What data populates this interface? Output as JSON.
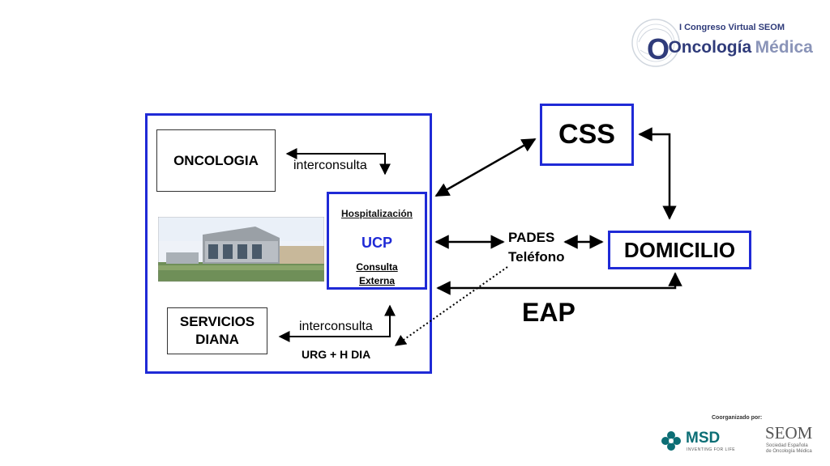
{
  "header": {
    "congress_title": "I Congreso Virtual SEOM",
    "brand_word1": "Oncología",
    "brand_word2": "Médica"
  },
  "diagram": {
    "oncologia": "ONCOLOGIA",
    "interconsulta_top": "interconsulta",
    "hospitalizacion": "Hospitalización",
    "ucp": "UCP",
    "consulta_line1": "Consulta",
    "consulta_line2": "Externa",
    "servicios_line1": "SERVICIOS",
    "servicios_line2": "DIANA",
    "interconsulta_bottom": "interconsulta",
    "urg": "URG + H DIA",
    "css": "CSS",
    "pades": "PADES",
    "telefono": "Teléfono",
    "domicilio": "DOMICILIO",
    "eap": "EAP"
  },
  "footer": {
    "coorganizado": "Coorganizado por:",
    "msd": "MSD",
    "msd_tagline": "INVENTING FOR LIFE",
    "seom": "SEOM",
    "seom_line1": "Sociedad Española",
    "seom_line2": "de Oncología Médica"
  },
  "colors": {
    "box_blue": "#1f2ad6",
    "brand_navy": "#2f3b7a",
    "msd_teal": "#0c6e75"
  }
}
